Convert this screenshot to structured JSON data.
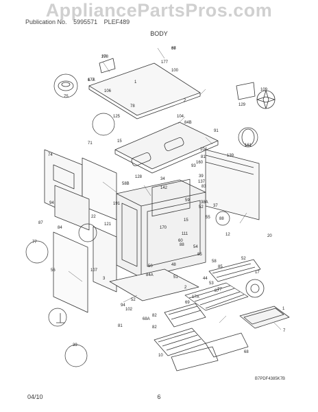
{
  "watermark": "AppliancePartsPros.com",
  "header": {
    "publication_label": "Publication No.",
    "publication_no": "5995571",
    "model_label": "PLEF489",
    "section": "BODY"
  },
  "footer": {
    "date": "04/10",
    "page": "6",
    "doc_code": "B7PDF4385K7B"
  },
  "callouts": [
    "108",
    "177",
    "36",
    "100",
    "177",
    "106",
    "1",
    "2",
    "78",
    "75",
    "91",
    "104",
    "84B",
    "129",
    "109",
    "125",
    "15",
    "104",
    "161",
    "74",
    "71",
    "81",
    "139",
    "160",
    "93",
    "39",
    "137",
    "83",
    "128",
    "38A",
    "58B",
    "34",
    "142",
    "59",
    "52",
    "94",
    "37",
    "87",
    "84",
    "191",
    "22",
    "15",
    "55",
    "88",
    "121",
    "12",
    "20",
    "77",
    "170",
    "60",
    "111",
    "88",
    "54",
    "48",
    "85",
    "52",
    "58",
    "85",
    "17",
    "56",
    "107",
    "3",
    "50",
    "84A",
    "51",
    "44",
    "53",
    "52",
    "94",
    "102",
    "81",
    "2",
    "77",
    "69",
    "82",
    "87",
    "82",
    "17A",
    "1",
    "68A",
    "7",
    "39",
    "10",
    "68",
    "27",
    "67A",
    "67"
  ]
}
